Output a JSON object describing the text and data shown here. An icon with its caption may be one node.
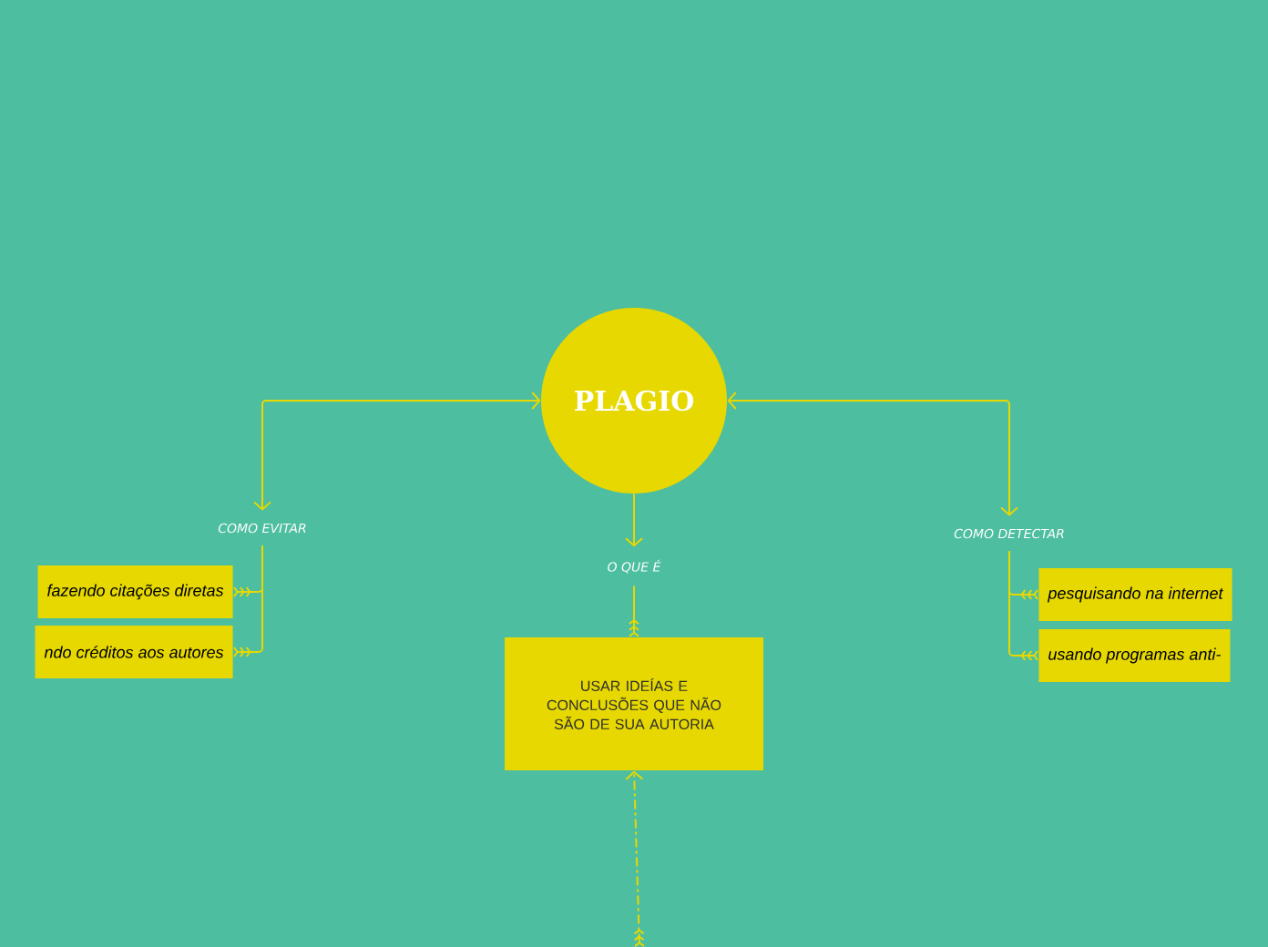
{
  "diagram": {
    "nodes": [
      {
        "text": [
          "PLAGIO"
        ]
      },
      {
        "text": [
          "COMO EVITAR"
        ]
      },
      {
        "text": [
          "O QUE É"
        ]
      },
      {
        "text": [
          "COMO DETECTAR"
        ]
      },
      {
        "text": [
          "fazendo citações diretas"
        ]
      },
      {
        "text": [
          "ndo créditos aos autores"
        ]
      },
      {
        "text": [
          "USAR IDEÍAS E CONCLUSÕES QUE NÃO SÃO DE SUA AUTORIA"
        ]
      },
      {
        "text": [
          "pesquisando na internet"
        ]
      },
      {
        "text": [
          "usando programas anti-"
        ]
      }
    ],
    "edges": [
      {
        "from": 0,
        "to": 1,
        "arrow": "both"
      },
      {
        "from": 0,
        "to": 2,
        "arrow": "to"
      },
      {
        "from": 0,
        "to": 3,
        "arrow": "both"
      },
      {
        "from": 1,
        "to": 4,
        "arrow": "other"
      },
      {
        "from": 1,
        "to": 5,
        "arrow": "other"
      },
      {
        "from": 2,
        "to": 6,
        "arrow": "other"
      },
      {
        "from": 3,
        "to": 7,
        "arrow": "other"
      },
      {
        "from": 3,
        "to": 8,
        "arrow": "other"
      },
      {
        "from": null,
        "to": 6,
        "arrow": "to",
        "style": "dashed"
      }
    ]
  }
}
